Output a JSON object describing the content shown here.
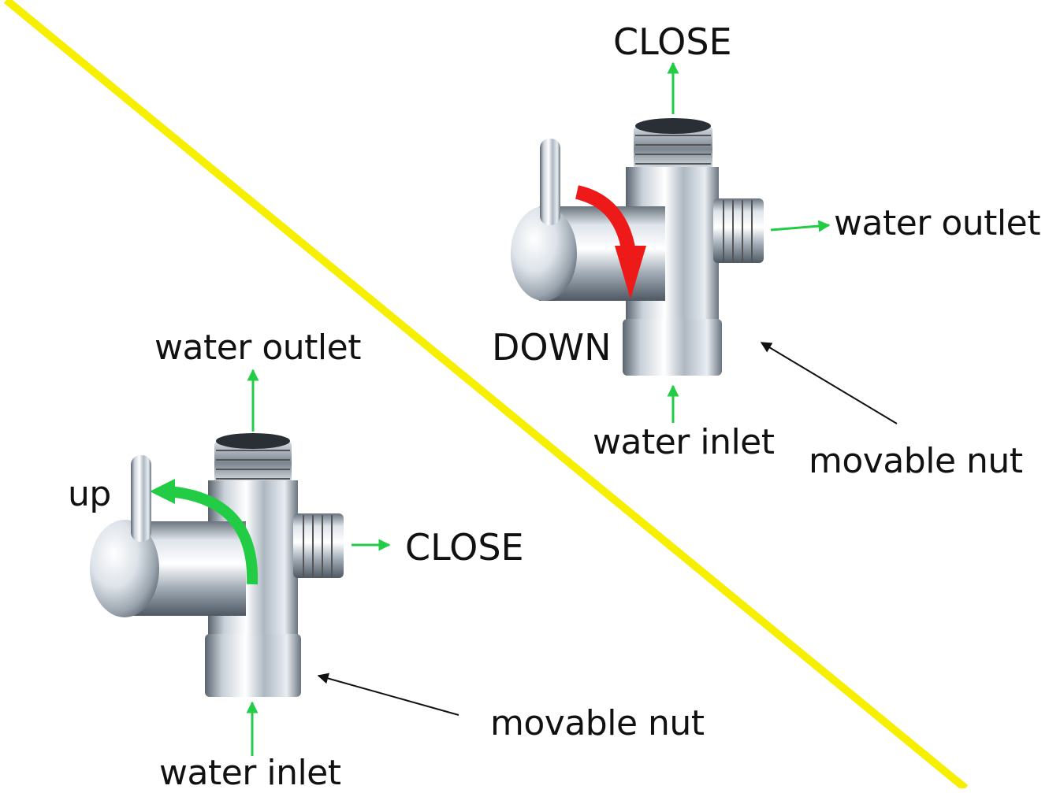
{
  "colors": {
    "divider": "#f6ef00",
    "green_arrow": "#22cc44",
    "red_arrow": "#ee1a1a",
    "black_arrow": "#111111",
    "chrome_light": "#f4f7fa",
    "chrome_mid": "#b9c3cc",
    "chrome_dark": "#56606a"
  },
  "top_valve": {
    "close_label": "CLOSE",
    "outlet_label": "water outlet",
    "direction_label": "DOWN",
    "inlet_label": "water inlet",
    "nut_label": "movable nut",
    "handle_arrow_color": "red"
  },
  "bottom_valve": {
    "outlet_label": "water outlet",
    "direction_label": "up",
    "close_label": "CLOSE",
    "nut_label": "movable nut",
    "inlet_label": "water inlet",
    "handle_arrow_color": "green"
  }
}
